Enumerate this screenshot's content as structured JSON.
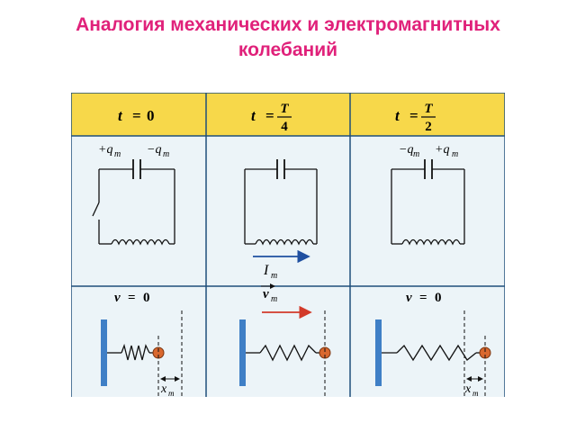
{
  "title": {
    "line1": "Аналогия механических и электромагнитных",
    "line2": "колебаний"
  },
  "colors": {
    "title": "#e0217a",
    "header_bg": "#f7d84a",
    "cell_bg": "#ecf4f8",
    "grid": "#1f4f7a",
    "wall": "#3f7fc6",
    "ball": "#d9682e",
    "arrow_blue": "#1f4fa0",
    "arrow_red": "#d23a2a"
  },
  "headers": [
    {
      "lhs": "t",
      "eq": "=",
      "value": "0"
    },
    {
      "lhs": "t",
      "eq": "=",
      "num": "T",
      "den": "4"
    },
    {
      "lhs": "t",
      "eq": "=",
      "num": "T",
      "den": "2"
    }
  ],
  "circuit": {
    "col1": {
      "left_charge": "+q",
      "right_charge": "−q",
      "sub": "m"
    },
    "col2": {
      "current_label": "I",
      "sub": "m"
    },
    "col3": {
      "left_charge": "−q",
      "right_charge": "+q",
      "sub": "m"
    }
  },
  "mechanical": {
    "col1": {
      "label_lhs": "v",
      "label_eq": "=",
      "label_val": "0",
      "disp": "x",
      "sub": "m"
    },
    "col2": {
      "velocity": "v",
      "sub": "m"
    },
    "col3": {
      "label_lhs": "v",
      "label_eq": "=",
      "label_val": "0",
      "disp": "x",
      "sub": "m"
    }
  }
}
